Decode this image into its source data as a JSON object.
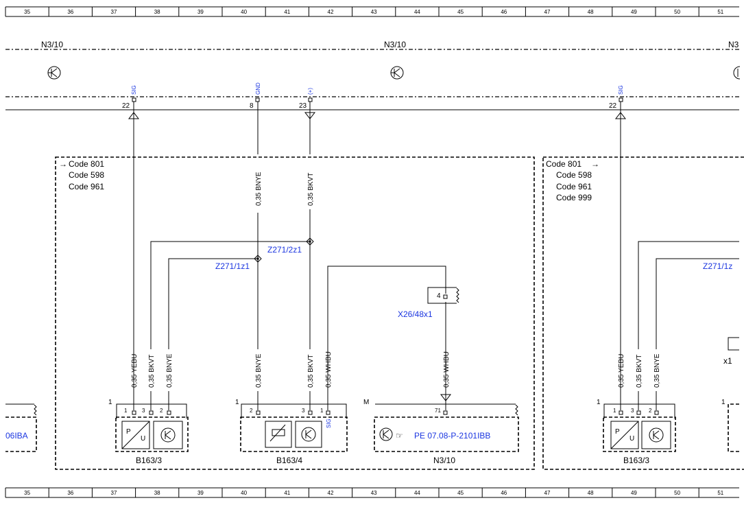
{
  "ruler": {
    "labels": [
      "35",
      "36",
      "37",
      "38",
      "39",
      "40",
      "41",
      "42",
      "43",
      "44",
      "45",
      "46",
      "47",
      "48",
      "49",
      "50",
      "51"
    ]
  },
  "modules": {
    "left": "N3/10",
    "mid": "N3/10",
    "right": "N3",
    "bottom_right_partial": "x1"
  },
  "pins": {
    "sig_label": "SIG",
    "gnd_label": "GND",
    "plus_label": "(+)",
    "p22": "22",
    "p8": "8",
    "p23": "23",
    "p22b": "22"
  },
  "codes": {
    "left": [
      "Code 801",
      "Code 598",
      "Code 961"
    ],
    "right": [
      "Code 801",
      "Code 598",
      "Code 961",
      "Code 999"
    ]
  },
  "wires": {
    "bnye": "0,35 BNYE",
    "bkvt": "0,35 BKVT",
    "yebu": "0,35 YEBU",
    "whbu": "0,35 WHBU"
  },
  "splices": {
    "z2z1": "Z271/2z1",
    "z1z1": "Z271/1z1",
    "z1z_partial": "Z271/1z"
  },
  "connector": {
    "name": "X26/48x1",
    "pin": "4"
  },
  "components": {
    "b163_3": "B163/3",
    "b163_4": "B163/4",
    "n3_10": "N3/10",
    "b163_3b": "B163/3",
    "left_ref": "06IBA",
    "pe_ref": "PE 07.08-P-2101IBB",
    "pu_p": "P",
    "pu_u": "U",
    "sig_small": "SIG",
    "mark_1": "1",
    "mark_m": "M",
    "pin_1": "1",
    "pin_2": "2",
    "pin_3": "3",
    "pin_71": "71"
  },
  "colors": {
    "link_blue": "#1a35e0",
    "ink": "#000000"
  }
}
